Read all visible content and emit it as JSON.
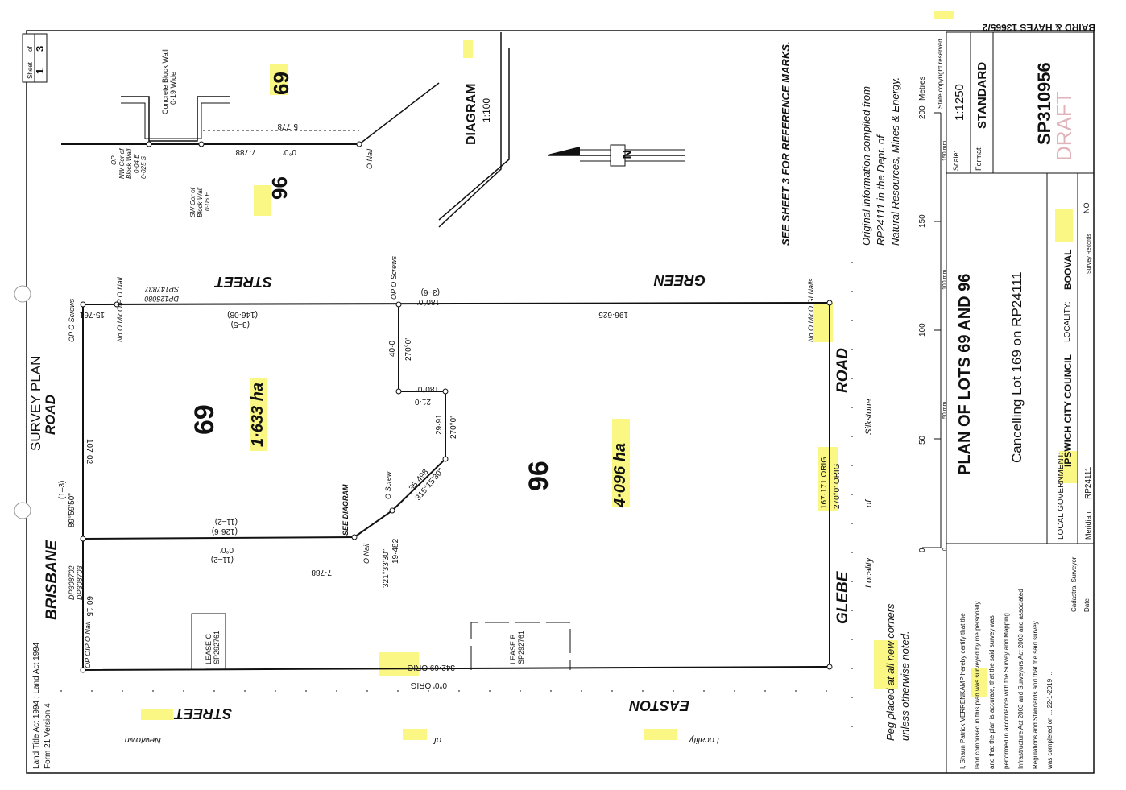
{
  "header": {
    "firm_ref": "BAIRD & HAYES 13665/2"
  },
  "sheet": {
    "label": "Sheet",
    "number": "1",
    "of_label": "of",
    "total": "3"
  },
  "title_block": {
    "scale_label": "Scale:",
    "scale": "1:1250",
    "format_label": "Format:",
    "format": "STANDARD",
    "plan_number": "SP310956",
    "draft_stamp": "DRAFT",
    "copyright": "State copyright reserved.",
    "plan_title": "PLAN OF LOTS 69 AND 96",
    "cancelling": "Cancelling Lot 169 on RP24111",
    "local_gov_label": "LOCAL GOVERNMENT:",
    "local_gov": "IPSWICH CITY COUNCIL",
    "locality_label": "LOCALITY:",
    "locality": "BOOVAL",
    "meridian_label": "Meridian:",
    "meridian": "RP24111",
    "survey_records_label": "Survey Records",
    "survey_records": "NO"
  },
  "scale_bar": {
    "unit": "Metres",
    "ticks": [
      "0",
      "50",
      "100",
      "150",
      "200"
    ],
    "mm_ticks": [
      "0",
      "50 mm",
      "100 mm",
      "150 mm"
    ]
  },
  "notes": {
    "original_info": [
      "Original information compiled from",
      "RP24111 in the Dept. of",
      "Natural Resources, Mines & Energy."
    ],
    "see_sheet": "SEE SHEET 3 FOR REFERENCE MARKS.",
    "peg_note": [
      "Peg placed at all new corners",
      "unless otherwise noted."
    ]
  },
  "certificate": {
    "lines": [
      "I, Shaun Patrick VERRENKAMP hereby certify that the",
      "land comprised in this plan was surveyed by me personally",
      "and that the plan is accurate, that the said survey was",
      "performed in accordance with the Survey and Mapping",
      "Infrastructure Act 2003 and Surveyors Act 2003 and associated",
      "Regulations and Standards and that the said survey",
      "was completed on ... 22-1-2019 ..."
    ],
    "signatory_label": "Cadastral Surveyor",
    "date_label": "Date"
  },
  "form_note": [
    "Land Title Act 1994 ; Land Act 1994",
    "Form 21 Version 4"
  ],
  "survey_title": "SURVEY PLAN",
  "roads": {
    "road_top": "ROAD",
    "street_top": "STREET",
    "green": "GREEN",
    "brisbane": "BRISBANE",
    "glebe": "GLEBE",
    "road_right": "ROAD",
    "street_bottom": "STREET",
    "easton": "EASTON"
  },
  "localities": {
    "newtown": "Newtown",
    "of1": "of",
    "locality1": "Locality",
    "silkstone": "Silkstone",
    "of2": "of",
    "locality2": "Locality"
  },
  "lots": {
    "lot69": {
      "number": "69",
      "area": "1·633 ha"
    },
    "lot96": {
      "number": "96",
      "area": "4·096 ha"
    }
  },
  "dimensions": {
    "top_left": "15·761",
    "top_mid": "(146·08)",
    "top_mid2": "(3–5)",
    "top_right_b": "180°0'",
    "top_right_c": "(3–6)",
    "top_long": "196·625",
    "right_vert": "107·02",
    "left_vert": "60·15",
    "bearing_left": "89°59'50\"",
    "bearing_left2": "(1–3)",
    "mid_horiz": "(126·6)",
    "mid_horiz2": "(11–2)",
    "mid_b": "0°0'",
    "mid_b2": "(11–2)",
    "d5_7": "40·0",
    "b5_7": "270°0'",
    "d7_8": "21·0",
    "b7_8": "180°0'",
    "d8_9": "29·91",
    "b8_9": "270°0'",
    "d9_10": "35·498",
    "b9_10": "315°15'30\"",
    "d10_11": "19·482",
    "b10_11": "321°33'30\"",
    "d_small": "7·788",
    "orig_right": "167·171 ORIG",
    "orig_right_b": "270°0' ORIG",
    "orig_bottom": "342·69 ORIG",
    "orig_bottom_b": "0°0' ORIG"
  },
  "marks": {
    "m3": "OP O Screws",
    "m4": "No O Mk OIP O Nail",
    "m5": "OP O Screws",
    "m6": "No O Mk O GI Nails",
    "m1": "OP OIP O Nail",
    "m11": "O Nail",
    "m10": "O Screw",
    "plans_top": [
      "SP147837",
      "DP125080"
    ],
    "plans_left": [
      "DP308702",
      "DP308703"
    ],
    "lease_c": [
      "LEASE C",
      "SP292761"
    ],
    "lease_b": [
      "LEASE B",
      "SP292761"
    ]
  },
  "diagram": {
    "title": "DIAGRAM",
    "scale": "1:100",
    "lot69": "69",
    "lot96": "96",
    "wall": [
      "Concrete Block Wall",
      "0·19 Wide"
    ],
    "nw_cor": [
      "OP",
      "NW Cor of",
      "Block Wall",
      "0·04 E",
      "0·025 S"
    ],
    "sw_cor": [
      "SW Cor of",
      "Block Wall",
      "0·06 E"
    ],
    "d1": "5·778",
    "d2": "7·788",
    "b": "0°0'",
    "nail": "O Nail",
    "see_diagram": "SEE DIAGRAM"
  },
  "north": "N"
}
